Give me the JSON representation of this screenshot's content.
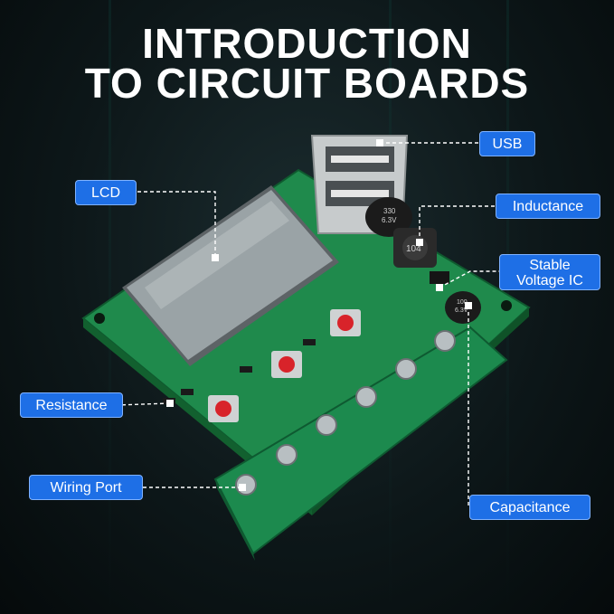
{
  "title": {
    "line1": "INTRODUCTION",
    "line2": "TO CIRCUIT BOARDS"
  },
  "labels": {
    "usb": "USB",
    "lcd": "LCD",
    "inductance": "Inductance",
    "stable_voltage_line1": "Stable",
    "stable_voltage_line2": "Voltage IC",
    "resistance": "Resistance",
    "wiring_port": "Wiring Port",
    "capacitance": "Capacitance"
  },
  "component_marks": {
    "capacitor_top_1": "330",
    "capacitor_top_2": "6.3V",
    "inductor": "104",
    "capacitor_small_1": "100",
    "capacitor_small_2": "6.3V"
  },
  "colors": {
    "pcb": "#1f8a4c",
    "terminal": "#1c8a4e",
    "label_bg": "#1e6fe6",
    "lcd": "#9aa3a6",
    "button": "#d8232a"
  }
}
